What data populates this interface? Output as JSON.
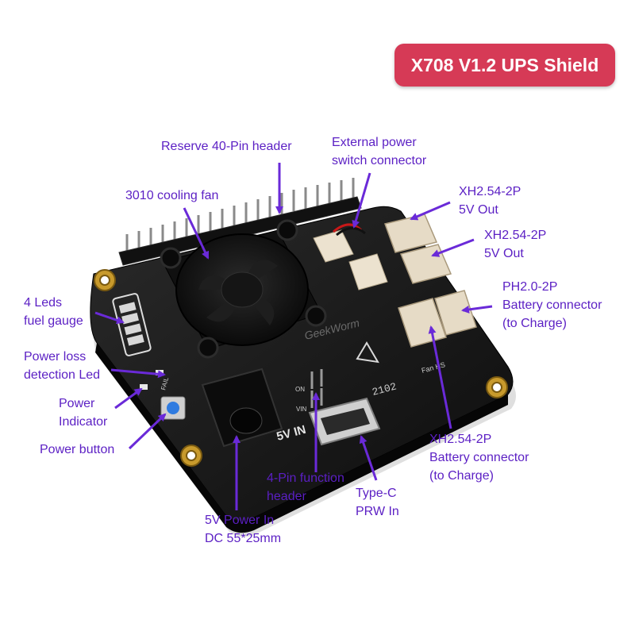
{
  "title": "X708 V1.2 UPS Shield",
  "colors": {
    "badge": "#d63a56",
    "label": "#5b1fc4",
    "arrow": "#6a2ad8",
    "board": "#1b1b1b"
  },
  "board_marks": {
    "pwr_letters": "5V IN",
    "silk_code": "2102",
    "logo_text": "GeekWorm",
    "fan_silk": "Fan HS",
    "fail_silk": "FAIL",
    "on_silk": "ON",
    "vin_silk": "VIN"
  },
  "labels": {
    "reserve_header": [
      "Reserve 40-Pin header"
    ],
    "ext_switch": [
      "External power",
      "switch connector"
    ],
    "cooling_fan": [
      "3010 cooling fan"
    ],
    "xh_out_1": [
      "XH2.54-2P",
      "5V Out"
    ],
    "xh_out_2": [
      "XH2.54-2P",
      "5V Out"
    ],
    "ph_battery": [
      "PH2.0-2P",
      "Battery connector",
      "(to Charge)"
    ],
    "leds_gauge": [
      "4 Leds",
      "fuel gauge"
    ],
    "power_loss": [
      "Power loss",
      "detection Led"
    ],
    "power_indicator": [
      "Power",
      "Indicator"
    ],
    "power_button": [
      "Power button"
    ],
    "xh_battery": [
      "XH2.54-2P",
      "Battery connector",
      "(to Charge)"
    ],
    "function_header": [
      "4-Pin function",
      "header"
    ],
    "type_c": [
      "Type-C",
      "PRW In"
    ],
    "dc_in": [
      "5V Power In",
      "DC  55*25mm"
    ]
  }
}
